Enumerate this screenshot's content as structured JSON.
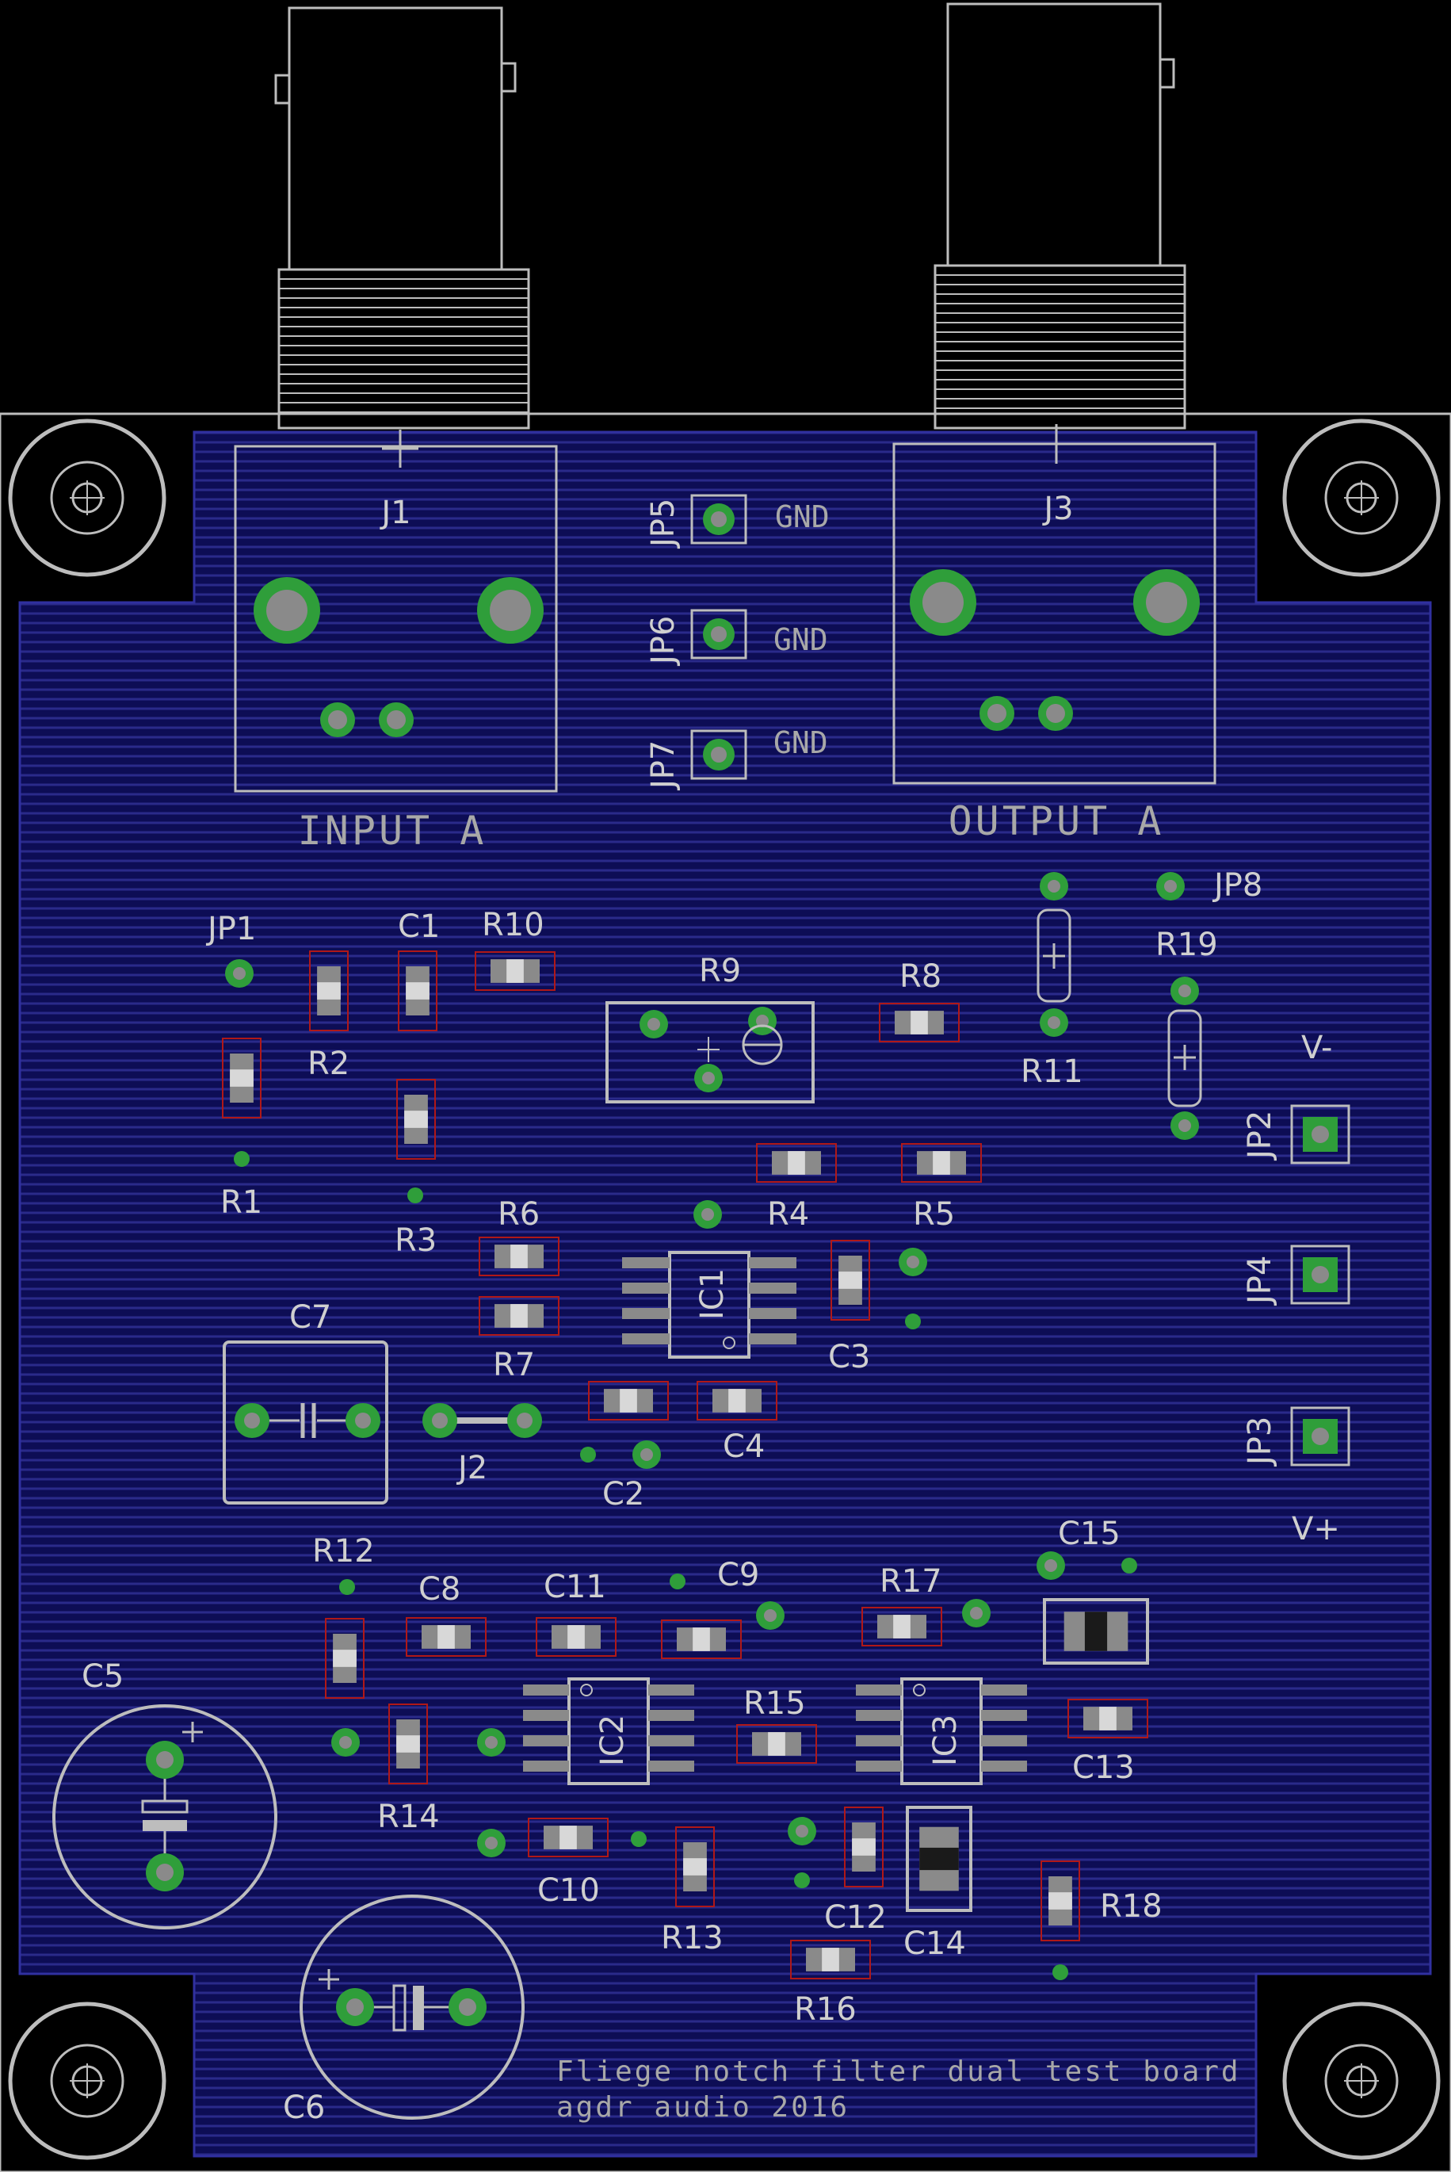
{
  "colors": {
    "background": "#000000",
    "board_fill": "#0d0d55",
    "hatch": "#2a2a8a",
    "silkscreen": "#cfcfcf",
    "pad_green": "#2f9e3a",
    "pad_red": "#b01818",
    "pad_grey": "#8a8a8a"
  },
  "connectors": {
    "j1": {
      "ref": "J1",
      "caption": "INPUT A"
    },
    "j3": {
      "ref": "J3",
      "caption": "OUTPUT A"
    }
  },
  "ground_jumpers": [
    {
      "ref": "JP5",
      "net": "GND"
    },
    {
      "ref": "JP6",
      "net": "GND"
    },
    {
      "ref": "JP7",
      "net": "GND"
    }
  ],
  "labels": {
    "JP1": "JP1",
    "JP2": "JP2",
    "JP3": "JP3",
    "JP4": "JP4",
    "JP8": "JP8",
    "R1": "R1",
    "R2": "R2",
    "R3": "R3",
    "R4": "R4",
    "R5": "R5",
    "R6": "R6",
    "R7": "R7",
    "R8": "R8",
    "R9": "R9",
    "R10": "R10",
    "R11": "R11",
    "R12": "R12",
    "R13": "R13",
    "R14": "R14",
    "R15": "R15",
    "R16": "R16",
    "R17": "R17",
    "R18": "R18",
    "R19": "R19",
    "C1": "C1",
    "C2": "C2",
    "C3": "C3",
    "C4": "C4",
    "C5": "C5",
    "C6": "C6",
    "C7": "C7",
    "C8": "C8",
    "C9": "C9",
    "C10": "C10",
    "C11": "C11",
    "C12": "C12",
    "C13": "C13",
    "C14": "C14",
    "C15": "C15",
    "IC1": "IC1",
    "IC2": "IC2",
    "IC3": "IC3",
    "J2": "J2",
    "Vminus": "V-",
    "Vplus": "V+"
  },
  "footer": {
    "line1": "Fliege notch filter dual test board",
    "line2": "agdr audio 2016"
  }
}
